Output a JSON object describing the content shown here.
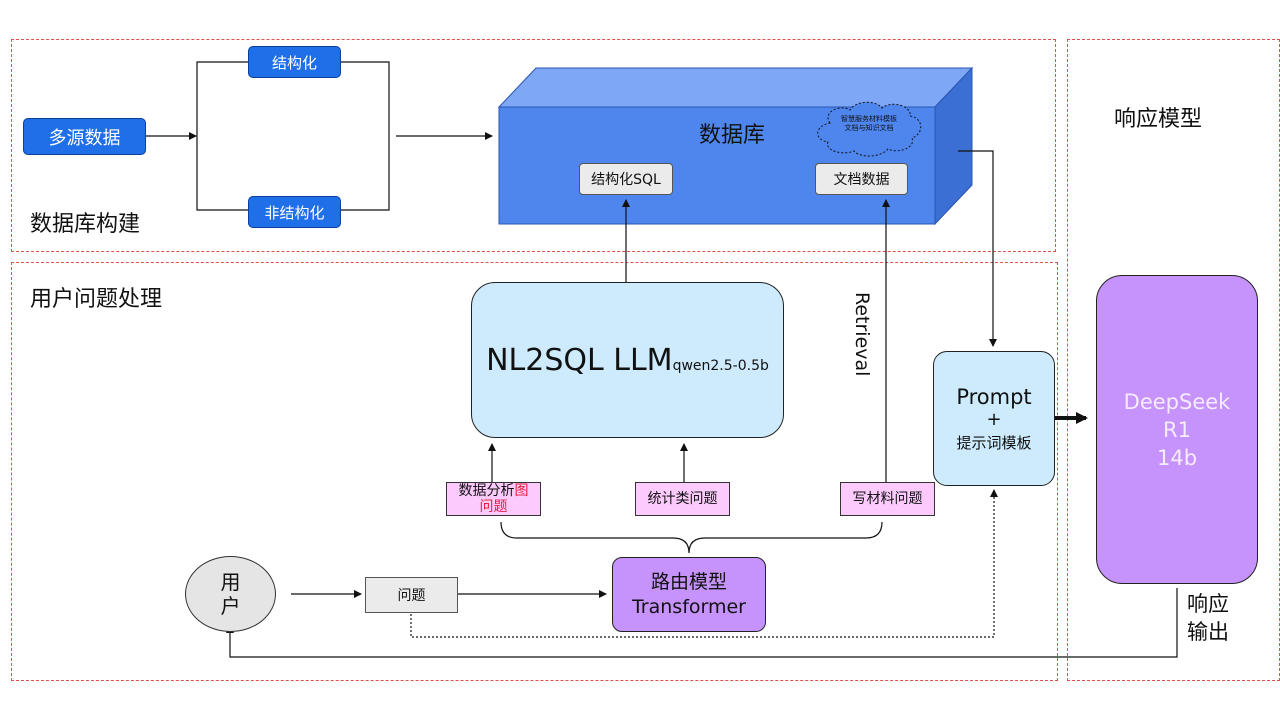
{
  "regions": {
    "db_build": "数据库构建",
    "user_question": "用户问题处理",
    "response_model": "响应模型"
  },
  "sources": {
    "multi": "多源数据",
    "structured": "结构化",
    "unstructured": "非结构化"
  },
  "database": {
    "title": "数据库",
    "sql": "结构化SQL",
    "docs": "文档数据",
    "cloud": "智慧服务材料模板文档与知识文档"
  },
  "nl2sql": {
    "main": "NL2SQL LLM",
    "model": "qwen2.5-0.5b"
  },
  "retrieval": "Retrieval",
  "prompt": {
    "line1": "Prompt",
    "line2": "+",
    "line3": "提示词模板"
  },
  "deepseek": {
    "line1": "DeepSeek",
    "line2": "R1",
    "line3": "14b"
  },
  "categories": {
    "analysis_a": "数据分析",
    "analysis_b": "图",
    "analysis_c": "问题",
    "stats": "统计类问题",
    "writing": "写材料问题"
  },
  "router": {
    "line1": "路由模型",
    "line2": "Transformer"
  },
  "question": "问题",
  "user": {
    "line1": "用",
    "line2": "户"
  },
  "output": {
    "line1": "响应",
    "line2": "输出"
  },
  "colors": {
    "region_border": "#e0504a",
    "source_blue": "#1f6fe8",
    "database_front": "#4e86ee",
    "light_blue": "#cdebfd",
    "pink": "#fccafc",
    "purple": "#c692fb",
    "highlight_red": "#e8203a"
  }
}
